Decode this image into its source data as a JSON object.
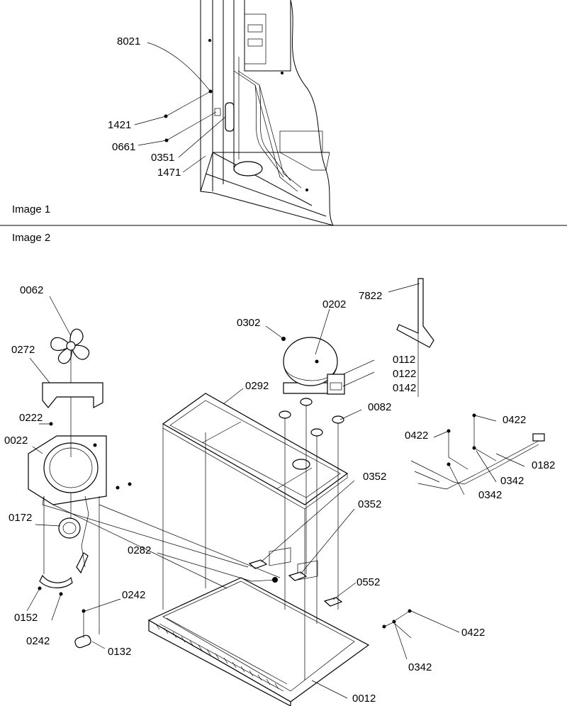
{
  "image1": {
    "caption": "Image 1",
    "labels": {
      "l8021": "8021",
      "l1421": "1421",
      "l0661": "0661",
      "l0351": "0351",
      "l1471": "1471"
    }
  },
  "image2": {
    "caption": "Image 2",
    "labels": {
      "l0062": "0062",
      "l0272": "0272",
      "l0222": "0222",
      "l0022": "0022",
      "l0172": "0172",
      "l0152": "0152",
      "l0242a": "0242",
      "l0242b": "0242",
      "l0132": "0132",
      "l0282": "0282",
      "l0302": "0302",
      "l0202": "0202",
      "l7822": "7822",
      "l0112": "0112",
      "l0122": "0122",
      "l0142": "0142",
      "l0292": "0292",
      "l0082": "0082",
      "l0352a": "0352",
      "l0352b": "0352",
      "l0552": "0552",
      "l0422a": "0422",
      "l0422b": "0422",
      "l0422c": "0422",
      "l0342a": "0342",
      "l0342b": "0342",
      "l0342c": "0342",
      "l0182": "0182",
      "l0012": "0012"
    }
  }
}
